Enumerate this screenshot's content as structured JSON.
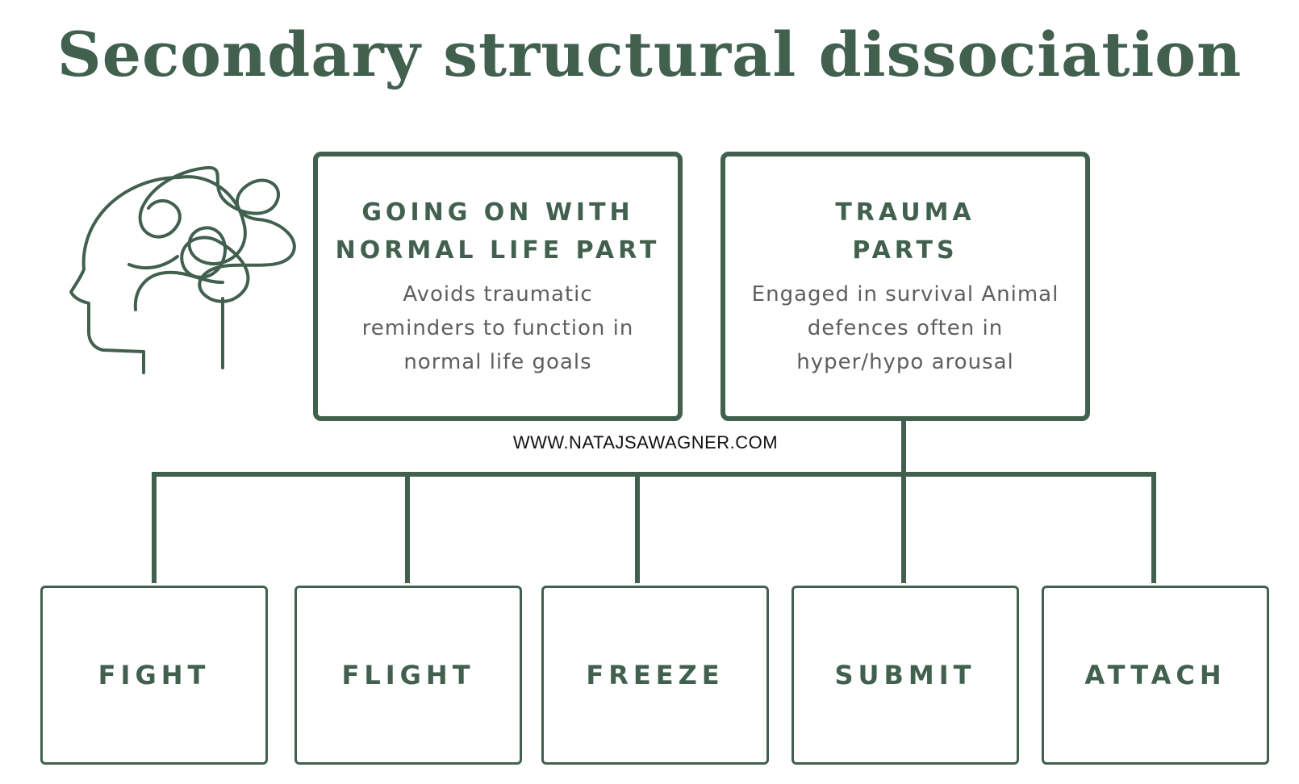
{
  "title": "Secondary structural dissociation",
  "website": "WWW.NATAJSAWAGNER.COM",
  "colors": {
    "primary": "#41604e",
    "text_gray": "#5e5e5e",
    "background": "#ffffff"
  },
  "icons": {
    "head": "tangled-thoughts-head-icon"
  },
  "top_boxes": [
    {
      "heading": "GOING ON WITH\nNORMAL LIFE PART",
      "description": "Avoids traumatic\nreminders to function in\nnormal life goals"
    },
    {
      "heading": "TRAUMA\nPARTS",
      "description": "Engaged in survival Animal\ndefences often in\nhyper/hypo arousal"
    }
  ],
  "bottom_boxes": [
    {
      "label": "FIGHT"
    },
    {
      "label": "FLIGHT"
    },
    {
      "label": "FREEZE"
    },
    {
      "label": "SUBMIT"
    },
    {
      "label": "ATTACH"
    }
  ]
}
